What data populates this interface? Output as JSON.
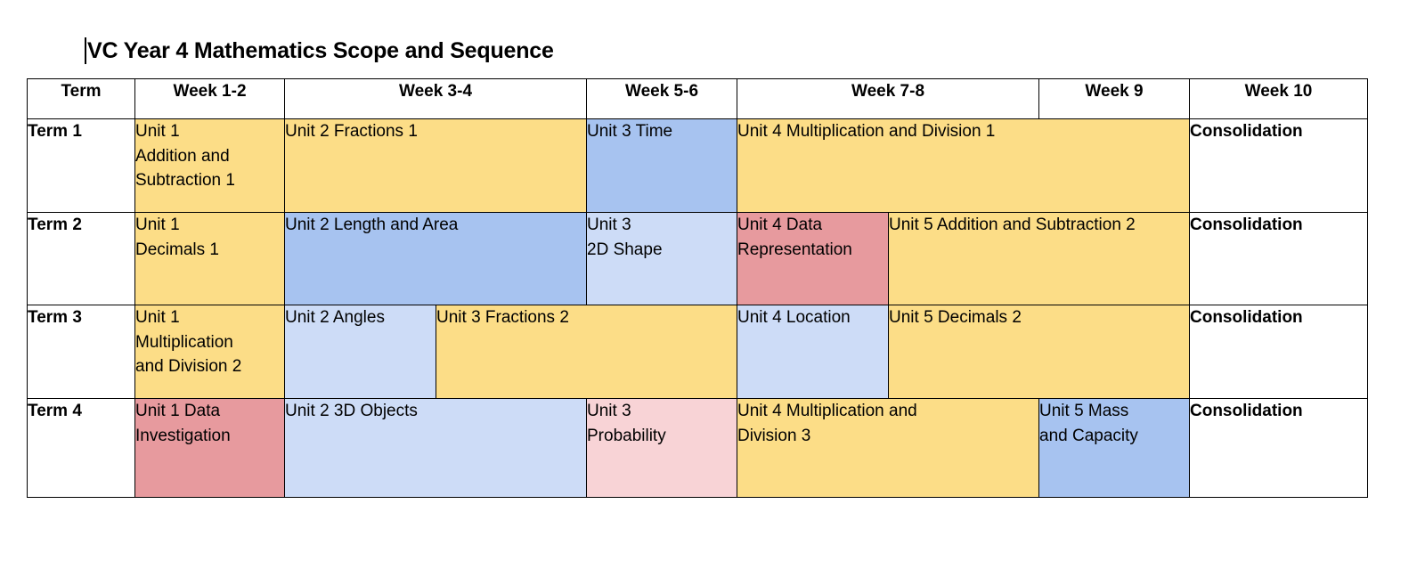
{
  "document": {
    "title": "VC Year 4 Mathematics Scope and Sequence",
    "caret_visible": true
  },
  "palette": {
    "yellow": "#FCDD87",
    "blue_medium": "#A7C3F0",
    "blue_light": "#CDDCF7",
    "red": "#E79A9E",
    "pink_light": "#F8D3D6",
    "white": "#FFFFFF",
    "border": "#000000",
    "text": "#000000"
  },
  "table": {
    "headers": [
      "Term",
      "Week 1-2",
      "Week 3-4",
      "Week 5-6",
      "Week 7-8",
      "Week 9",
      "Week 10"
    ],
    "rows": [
      {
        "term": "Term 1",
        "cells": [
          {
            "text": "Unit 1\nAddition and\nSubtraction 1",
            "color": "yellow",
            "span": 1
          },
          {
            "text": "Unit 2 Fractions 1",
            "color": "yellow",
            "span": 2
          },
          {
            "text": "Unit 3 Time",
            "color": "blue_medium",
            "span": 1
          },
          {
            "text": "Unit 4 Multiplication and Division 1",
            "color": "yellow",
            "span": 3
          }
        ],
        "consolidation": "Consolidation"
      },
      {
        "term": "Term 2",
        "cells": [
          {
            "text": "Unit 1\nDecimals 1",
            "color": "yellow",
            "span": 1
          },
          {
            "text": "Unit 2 Length and Area",
            "color": "blue_medium",
            "span": 2
          },
          {
            "text": "Unit 3\n2D Shape",
            "color": "blue_light",
            "span": 1
          },
          {
            "text": "Unit 4  Data\nRepresentation",
            "color": "red",
            "span": 1
          },
          {
            "text": "Unit 5 Addition and Subtraction 2",
            "color": "yellow",
            "span": 2
          }
        ],
        "consolidation": "Consolidation"
      },
      {
        "term": "Term 3",
        "cells": [
          {
            "text": "Unit 1\nMultiplication\nand Division 2",
            "color": "yellow",
            "span": 1
          },
          {
            "text": "Unit 2 Angles",
            "color": "blue_light",
            "span": 1
          },
          {
            "text": "Unit 3 Fractions 2",
            "color": "yellow",
            "span": 2
          },
          {
            "text": "Unit 4 Location",
            "color": "blue_light",
            "span": 1
          },
          {
            "text": "Unit 5 Decimals 2",
            "color": "yellow",
            "span": 2
          }
        ],
        "consolidation": "Consolidation"
      },
      {
        "term": "Term 4",
        "cells": [
          {
            "text": "Unit 1 Data\nInvestigation",
            "color": "red",
            "span": 1
          },
          {
            "text": "Unit 2 3D Objects",
            "color": "blue_light",
            "span": 2
          },
          {
            "text": "Unit 3\nProbability",
            "color": "pink_light",
            "span": 1
          },
          {
            "text": "Unit 4  Multiplication and\nDivision 3",
            "color": "yellow",
            "span": 2
          },
          {
            "text": "Unit 5 Mass\nand Capacity",
            "color": "blue_medium",
            "span": 1
          }
        ],
        "consolidation": "Consolidation"
      }
    ]
  }
}
